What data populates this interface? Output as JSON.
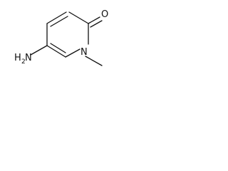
{
  "structure": {
    "atoms": {
      "amine": {
        "main": "H",
        "sub": "2",
        "trail": "N"
      },
      "ring_nitrogen": "N",
      "carbonyl_oxygen": "O"
    }
  }
}
